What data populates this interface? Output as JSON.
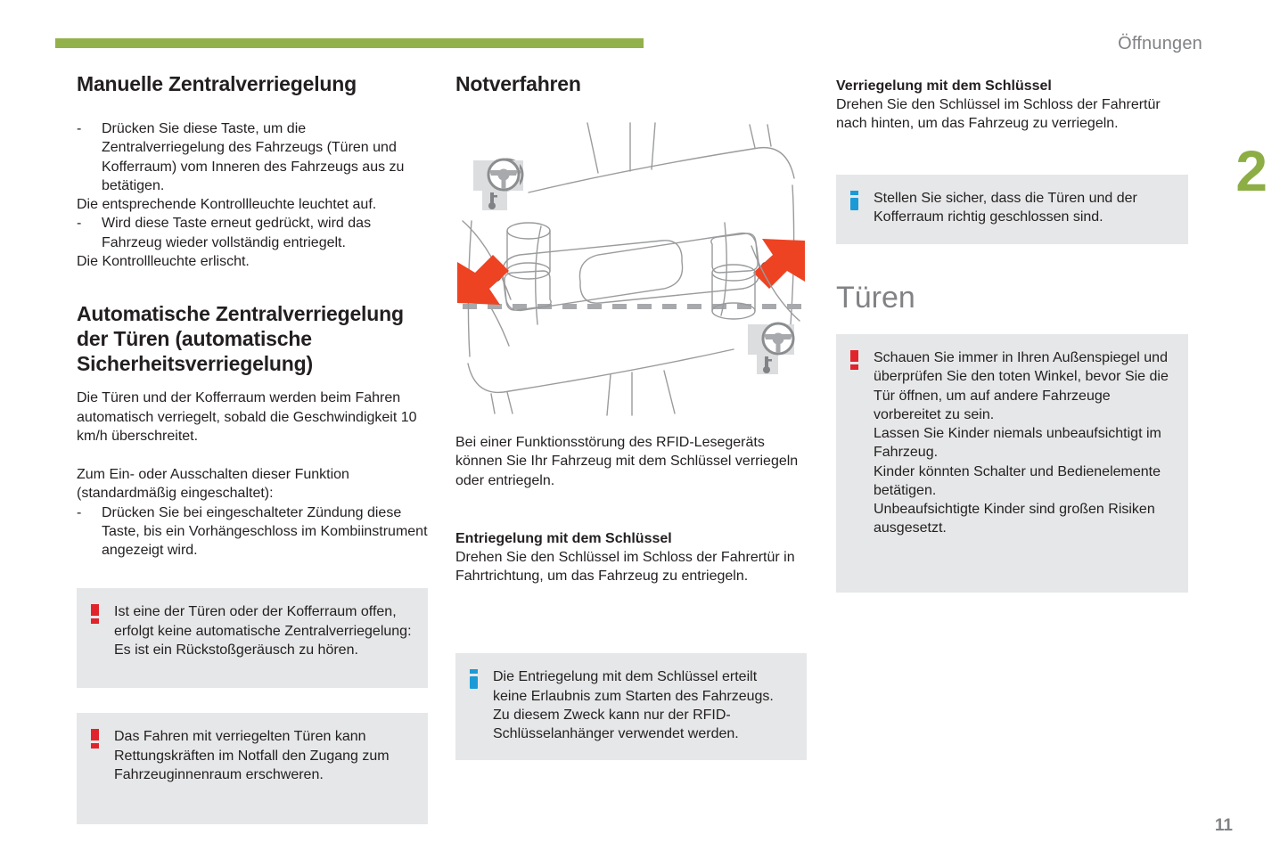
{
  "header": {
    "running_head": "Öffnungen",
    "chapter_tab": "2",
    "page_number": "11",
    "accent_green": "#93b14a",
    "warn_red": "#e1242b",
    "info_blue": "#1b9ad6",
    "callout_bg": "#e6e7e8"
  },
  "column1": {
    "title": "Manuelle Zentralverriegelung",
    "bullet1": "Drücken Sie diese Taste, um die Zentralverriegelung des Fahrzeugs (Türen und Kofferraum) vom Inneren des Fahrzeugs aus zu betätigen.",
    "line1": "Die entsprechende Kontrollleuchte leuchtet auf.",
    "bullet2": "Wird diese Taste erneut gedrückt, wird das Fahrzeug wieder vollständig entriegelt.",
    "line2": "Die Kontrollleuchte erlischt.",
    "title2": "Automatische Zentralverriegelung der Türen (automatische Sicherheitsverriegelung)",
    "para1": "Die Türen und der Kofferraum werden beim Fahren automatisch verriegelt, sobald die Geschwindigkeit 10 km/h überschreitet.",
    "para2": "Zum Ein- oder Ausschalten dieser Funktion (standardmäßig eingeschaltet):",
    "bullet3": "Drücken Sie bei eingeschalteter Zündung diese Taste, bis ein Vorhängeschloss im Kombiinstrument angezeigt wird.",
    "warn1": "Ist eine der Türen oder der Kofferraum offen, erfolgt keine automatische Zentralverriegelung: Es ist ein Rückstoßgeräusch zu hören.",
    "warn2": "Das Fahren mit verriegelten Türen kann Rettungskräften im Notfall den Zugang zum Fahrzeuginnenraum erschweren.",
    "dash": "-"
  },
  "column2": {
    "title": "Notverfahren",
    "figure_alt": "door-handle-keyhole-illustration",
    "para1": "Bei einer Funktionsstörung des RFID-Lesegeräts können Sie Ihr Fahrzeug mit dem Schlüssel verriegeln oder entriegeln.",
    "subtitle1": "Entriegelung mit dem Schlüssel",
    "para2": "Drehen Sie den Schlüssel im Schloss der Fahrertür in Fahrtrichtung, um das Fahrzeug zu entriegeln.",
    "info1": "Die Entriegelung mit dem Schlüssel erteilt keine Erlaubnis zum Starten des Fahrzeugs. Zu diesem Zweck kann nur der RFID-Schlüsselanhänger verwendet werden."
  },
  "column3": {
    "subtitle1": "Verriegelung mit dem Schlüssel",
    "para1": "Drehen Sie den Schlüssel im Schloss der Fahrertür nach hinten, um das Fahrzeug zu verriegeln.",
    "info1": "Stellen Sie sicher, dass die Türen und der Kofferraum richtig geschlossen sind.",
    "title2": "Türen",
    "warn1": "Schauen Sie immer in Ihren Außenspiegel und überprüfen Sie den toten Winkel, bevor Sie die Tür öffnen, um auf andere Fahrzeuge vorbereitet zu sein.\nLassen Sie Kinder niemals unbeaufsichtigt im Fahrzeug.\nKinder könnten Schalter und Bedienelemente betätigen.\nUnbeaufsichtigte Kinder sind großen Risiken ausgesetzt."
  }
}
